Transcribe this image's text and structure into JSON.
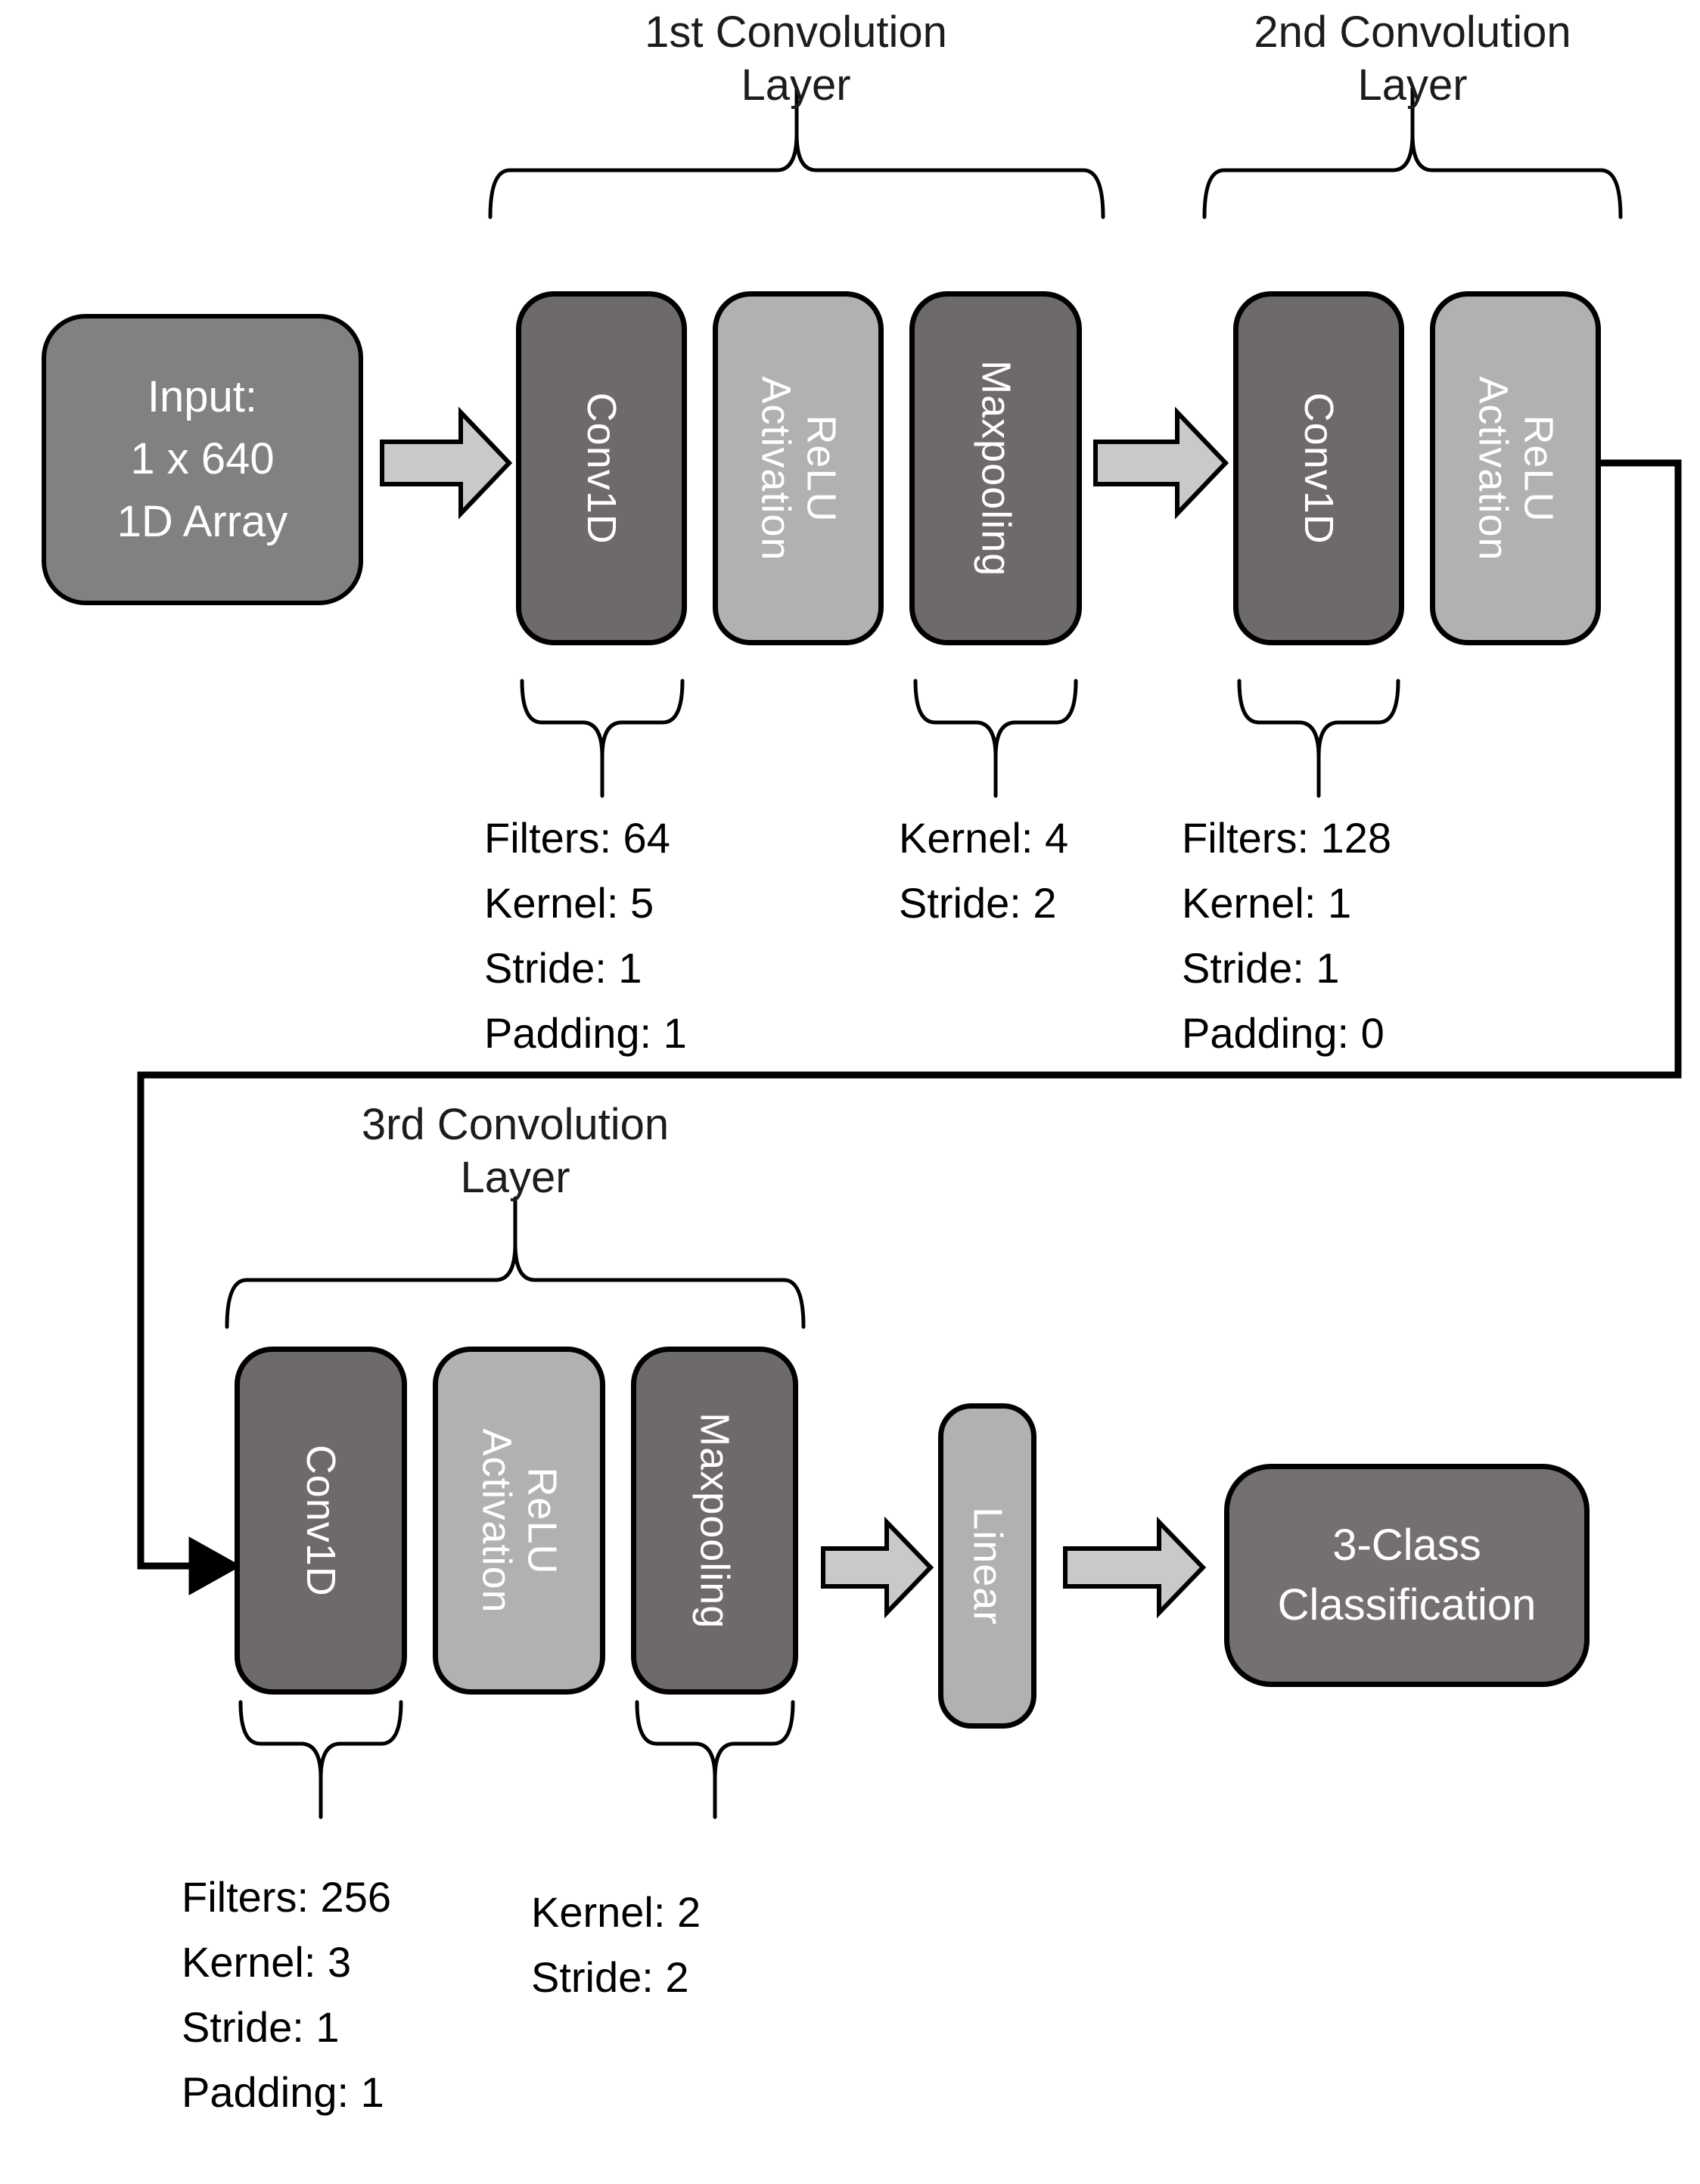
{
  "diagram": {
    "titles": {
      "layer1": "1st Convolution\nLayer",
      "layer2": "2nd Convolution\nLayer",
      "layer3": "3rd Convolution\nLayer"
    },
    "nodes": {
      "input": "Input:\n1 x 640\n1D Array",
      "conv1": "Conv1D",
      "relu1": "ReLU\nActivation",
      "maxpool1": "Maxpooling",
      "conv2": "Conv1D",
      "relu2": "ReLU\nActivation",
      "conv3": "Conv1D",
      "relu3": "ReLU\nActivation",
      "maxpool3": "Maxpooling",
      "linear": "Linear",
      "output": "3-Class\nClassification"
    },
    "params": {
      "conv1": [
        "Filters: 64",
        "Kernel: 5",
        "Stride: 1",
        "Padding: 1"
      ],
      "maxpool1": [
        "Kernel: 4",
        "Stride: 2"
      ],
      "conv2": [
        "Filters: 128",
        "Kernel: 1",
        "Stride: 1",
        "Padding: 0"
      ],
      "conv3": [
        "Filters: 256",
        "Kernel: 3",
        "Stride: 1",
        "Padding: 1"
      ],
      "maxpool3": [
        "Kernel: 2",
        "Stride: 2"
      ]
    },
    "colors": {
      "box_dark": "#6f6a6a",
      "box_light": "#b3b0b0",
      "box_input": "#828080",
      "box_output": "#757070",
      "arrow_fill": "#c9c9c9",
      "stroke": "#000000",
      "text_on_box": "#ffffff",
      "text_dark": "#1c1c1c"
    }
  }
}
